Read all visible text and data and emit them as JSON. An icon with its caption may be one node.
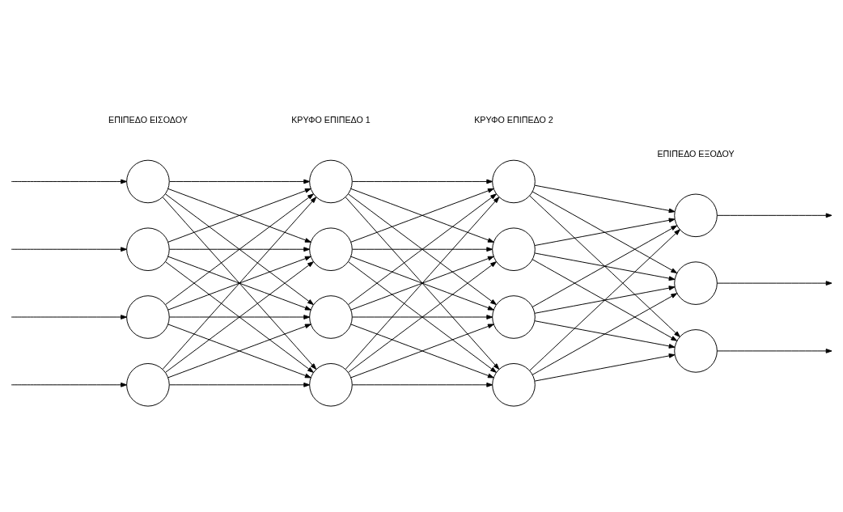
{
  "diagram": {
    "nodes": [
      {
        "text": [],
        "shape": "circle"
      },
      {
        "text": [],
        "shape": "circle"
      },
      {
        "text": [],
        "shape": "circle"
      },
      {
        "text": [],
        "shape": "circle"
      },
      {
        "text": [],
        "shape": "circle"
      },
      {
        "text": [],
        "shape": "circle"
      },
      {
        "text": [],
        "shape": "circle"
      },
      {
        "text": [],
        "shape": "circle"
      },
      {
        "text": [],
        "shape": "circle"
      },
      {
        "text": [],
        "shape": "circle"
      },
      {
        "text": [],
        "shape": "circle"
      },
      {
        "text": [],
        "shape": "circle"
      },
      {
        "text": [],
        "shape": "circle"
      },
      {
        "text": [],
        "shape": "circle"
      },
      {
        "text": [],
        "shape": "circle"
      }
    ],
    "edges": [
      {
        "from": null,
        "to": 0,
        "arrow": "to"
      },
      {
        "from": null,
        "to": 1,
        "arrow": "to"
      },
      {
        "from": null,
        "to": 2,
        "arrow": "to"
      },
      {
        "from": null,
        "to": 3,
        "arrow": "to"
      },
      {
        "from": 0,
        "to": 4,
        "arrow": "to"
      },
      {
        "from": 0,
        "to": 5,
        "arrow": "to"
      },
      {
        "from": 0,
        "to": 6,
        "arrow": "to"
      },
      {
        "from": 0,
        "to": 7,
        "arrow": "to"
      },
      {
        "from": 1,
        "to": 4,
        "arrow": "to"
      },
      {
        "from": 1,
        "to": 5,
        "arrow": "to"
      },
      {
        "from": 1,
        "to": 6,
        "arrow": "to"
      },
      {
        "from": 1,
        "to": 7,
        "arrow": "to"
      },
      {
        "from": 2,
        "to": 4,
        "arrow": "to"
      },
      {
        "from": 2,
        "to": 5,
        "arrow": "to"
      },
      {
        "from": 2,
        "to": 6,
        "arrow": "to"
      },
      {
        "from": 2,
        "to": 7,
        "arrow": "to"
      },
      {
        "from": 3,
        "to": 4,
        "arrow": "to"
      },
      {
        "from": 3,
        "to": 5,
        "arrow": "to"
      },
      {
        "from": 3,
        "to": 6,
        "arrow": "to"
      },
      {
        "from": 3,
        "to": 7,
        "arrow": "to"
      },
      {
        "from": 4,
        "to": 8,
        "arrow": "to"
      },
      {
        "from": 4,
        "to": 9,
        "arrow": "to"
      },
      {
        "from": 4,
        "to": 10,
        "arrow": "to"
      },
      {
        "from": 4,
        "to": 11,
        "arrow": "to"
      },
      {
        "from": 5,
        "to": 8,
        "arrow": "to"
      },
      {
        "from": 5,
        "to": 9,
        "arrow": "to"
      },
      {
        "from": 5,
        "to": 10,
        "arrow": "to"
      },
      {
        "from": 5,
        "to": 11,
        "arrow": "to"
      },
      {
        "from": 6,
        "to": 8,
        "arrow": "to"
      },
      {
        "from": 6,
        "to": 9,
        "arrow": "to"
      },
      {
        "from": 6,
        "to": 10,
        "arrow": "to"
      },
      {
        "from": 6,
        "to": 11,
        "arrow": "to"
      },
      {
        "from": 7,
        "to": 8,
        "arrow": "to"
      },
      {
        "from": 7,
        "to": 9,
        "arrow": "to"
      },
      {
        "from": 7,
        "to": 10,
        "arrow": "to"
      },
      {
        "from": 7,
        "to": 11,
        "arrow": "to"
      },
      {
        "from": 8,
        "to": 12,
        "arrow": "to"
      },
      {
        "from": 8,
        "to": 13,
        "arrow": "to"
      },
      {
        "from": 8,
        "to": 14,
        "arrow": "to"
      },
      {
        "from": 9,
        "to": 12,
        "arrow": "to"
      },
      {
        "from": 9,
        "to": 13,
        "arrow": "to"
      },
      {
        "from": 9,
        "to": 14,
        "arrow": "to"
      },
      {
        "from": 10,
        "to": 12,
        "arrow": "to"
      },
      {
        "from": 10,
        "to": 13,
        "arrow": "to"
      },
      {
        "from": 10,
        "to": 14,
        "arrow": "to"
      },
      {
        "from": 11,
        "to": 12,
        "arrow": "to"
      },
      {
        "from": 11,
        "to": 13,
        "arrow": "to"
      },
      {
        "from": 11,
        "to": 14,
        "arrow": "to"
      },
      {
        "from": 12,
        "to": null,
        "arrow": "to"
      },
      {
        "from": 13,
        "to": null,
        "arrow": "to"
      },
      {
        "from": 14,
        "to": null,
        "arrow": "to"
      }
    ],
    "labels": [
      "ΕΠΙΠΕΔΟ ΕΙΣΟΔΟΥ",
      "ΚΡΥΦΟ ΕΠΙΠΕΔΟ 1",
      "ΚΡΥΦΟ ΕΠΙΠΕΔΟ 2",
      "ΕΠΙΠΕΔΟ ΕΞΟΔΟΥ"
    ]
  }
}
